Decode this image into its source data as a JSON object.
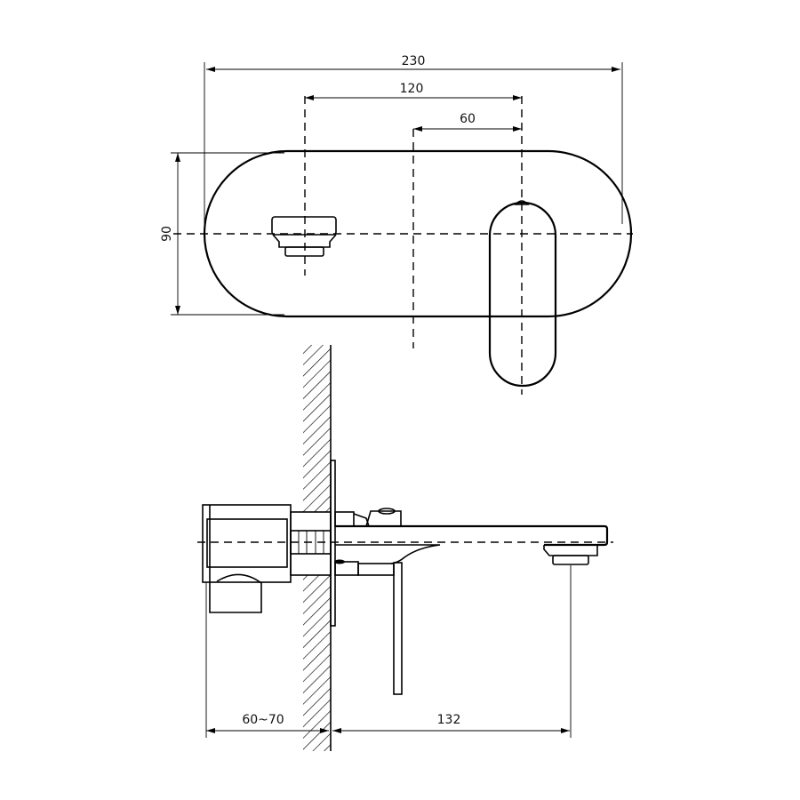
{
  "drawing": {
    "title": "Wall-mounted basin mixer technical drawing",
    "line_color": "#000000",
    "background": "#ffffff"
  },
  "dimensions": {
    "overall_width": "230",
    "spout_to_lever": "120",
    "center_to_lever": "60",
    "plate_height": "90",
    "wall_depth": "60~70",
    "spout_projection": "132"
  }
}
